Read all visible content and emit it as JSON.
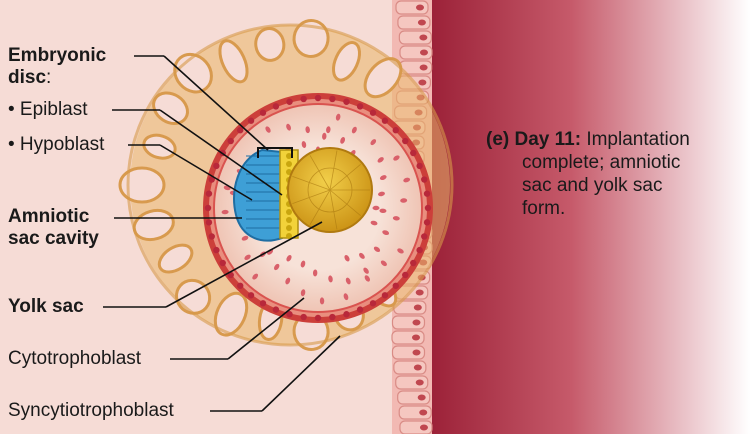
{
  "labels": {
    "embryonic_disc_line1": "Embryonic",
    "embryonic_disc_line2": "disc",
    "embryonic_disc_colon": ":",
    "epiblast": "• Epiblast",
    "hypoblast": "• Hypoblast",
    "amniotic_line1": "Amniotic",
    "amniotic_line2": "sac cavity",
    "yolk_sac": "Yolk sac",
    "cytotrophoblast": "Cytotrophoblast",
    "syncytiotrophoblast": "Syncytiotrophoblast"
  },
  "caption": {
    "prefix": "(e) Day 11:",
    "text1": " Implantation",
    "text2": "complete; amniotic",
    "text3": "sac and yolk sac",
    "text4": "form."
  },
  "colors": {
    "endometrium": "#f6dcd6",
    "uterine_wall": "#b0344a",
    "syncytio": "#e8b063",
    "cyto_ring": "#d9534f",
    "yolk": "#e0b21e",
    "amniotic_blue": "#3e9fd6",
    "epiblast_yellow": "#f2d23a",
    "extraembryonic": "#f4d4c6"
  }
}
